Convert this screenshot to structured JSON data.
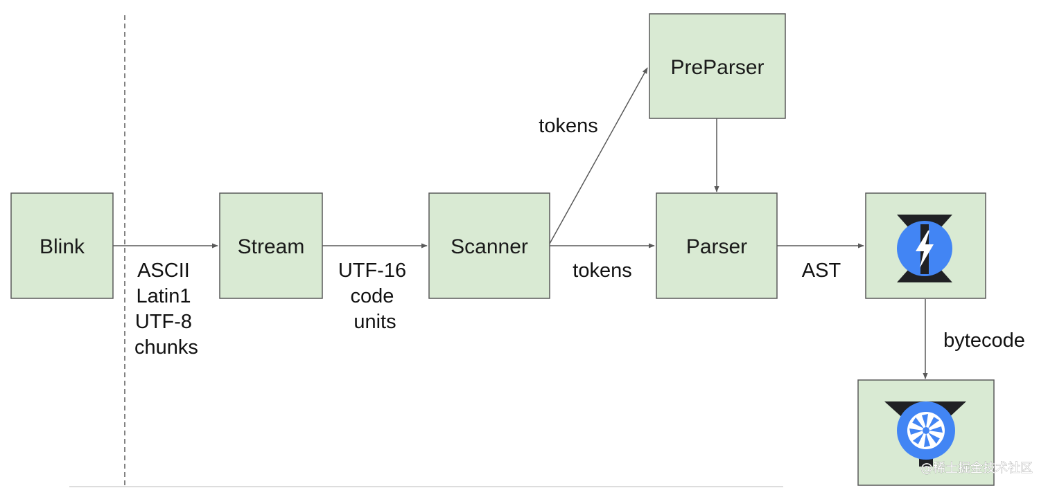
{
  "nodes": {
    "blink": {
      "label": "Blink"
    },
    "stream": {
      "label": "Stream"
    },
    "scanner": {
      "label": "Scanner"
    },
    "preparser": {
      "label": "PreParser"
    },
    "parser": {
      "label": "Parser"
    },
    "ignition": {
      "icon": "ignition-lightning-icon"
    },
    "turbofan": {
      "icon": "turbofan-fan-icon"
    }
  },
  "edges": {
    "blink_stream": {
      "lines": [
        "ASCII",
        "Latin1",
        "UTF-8",
        "chunks"
      ]
    },
    "stream_scanner": {
      "lines": [
        "UTF-16",
        "code",
        "units"
      ]
    },
    "scanner_preparser": {
      "label": "tokens"
    },
    "scanner_parser": {
      "label": "tokens"
    },
    "parser_ignition": {
      "label": "AST"
    },
    "ignition_turbofan": {
      "label": "bytecode"
    }
  },
  "colors": {
    "node_fill": "#d9ead3",
    "node_stroke": "#595959",
    "icon_blue": "#4285f4",
    "icon_dark": "#202124"
  },
  "watermark": "@稀土掘金技术社区"
}
